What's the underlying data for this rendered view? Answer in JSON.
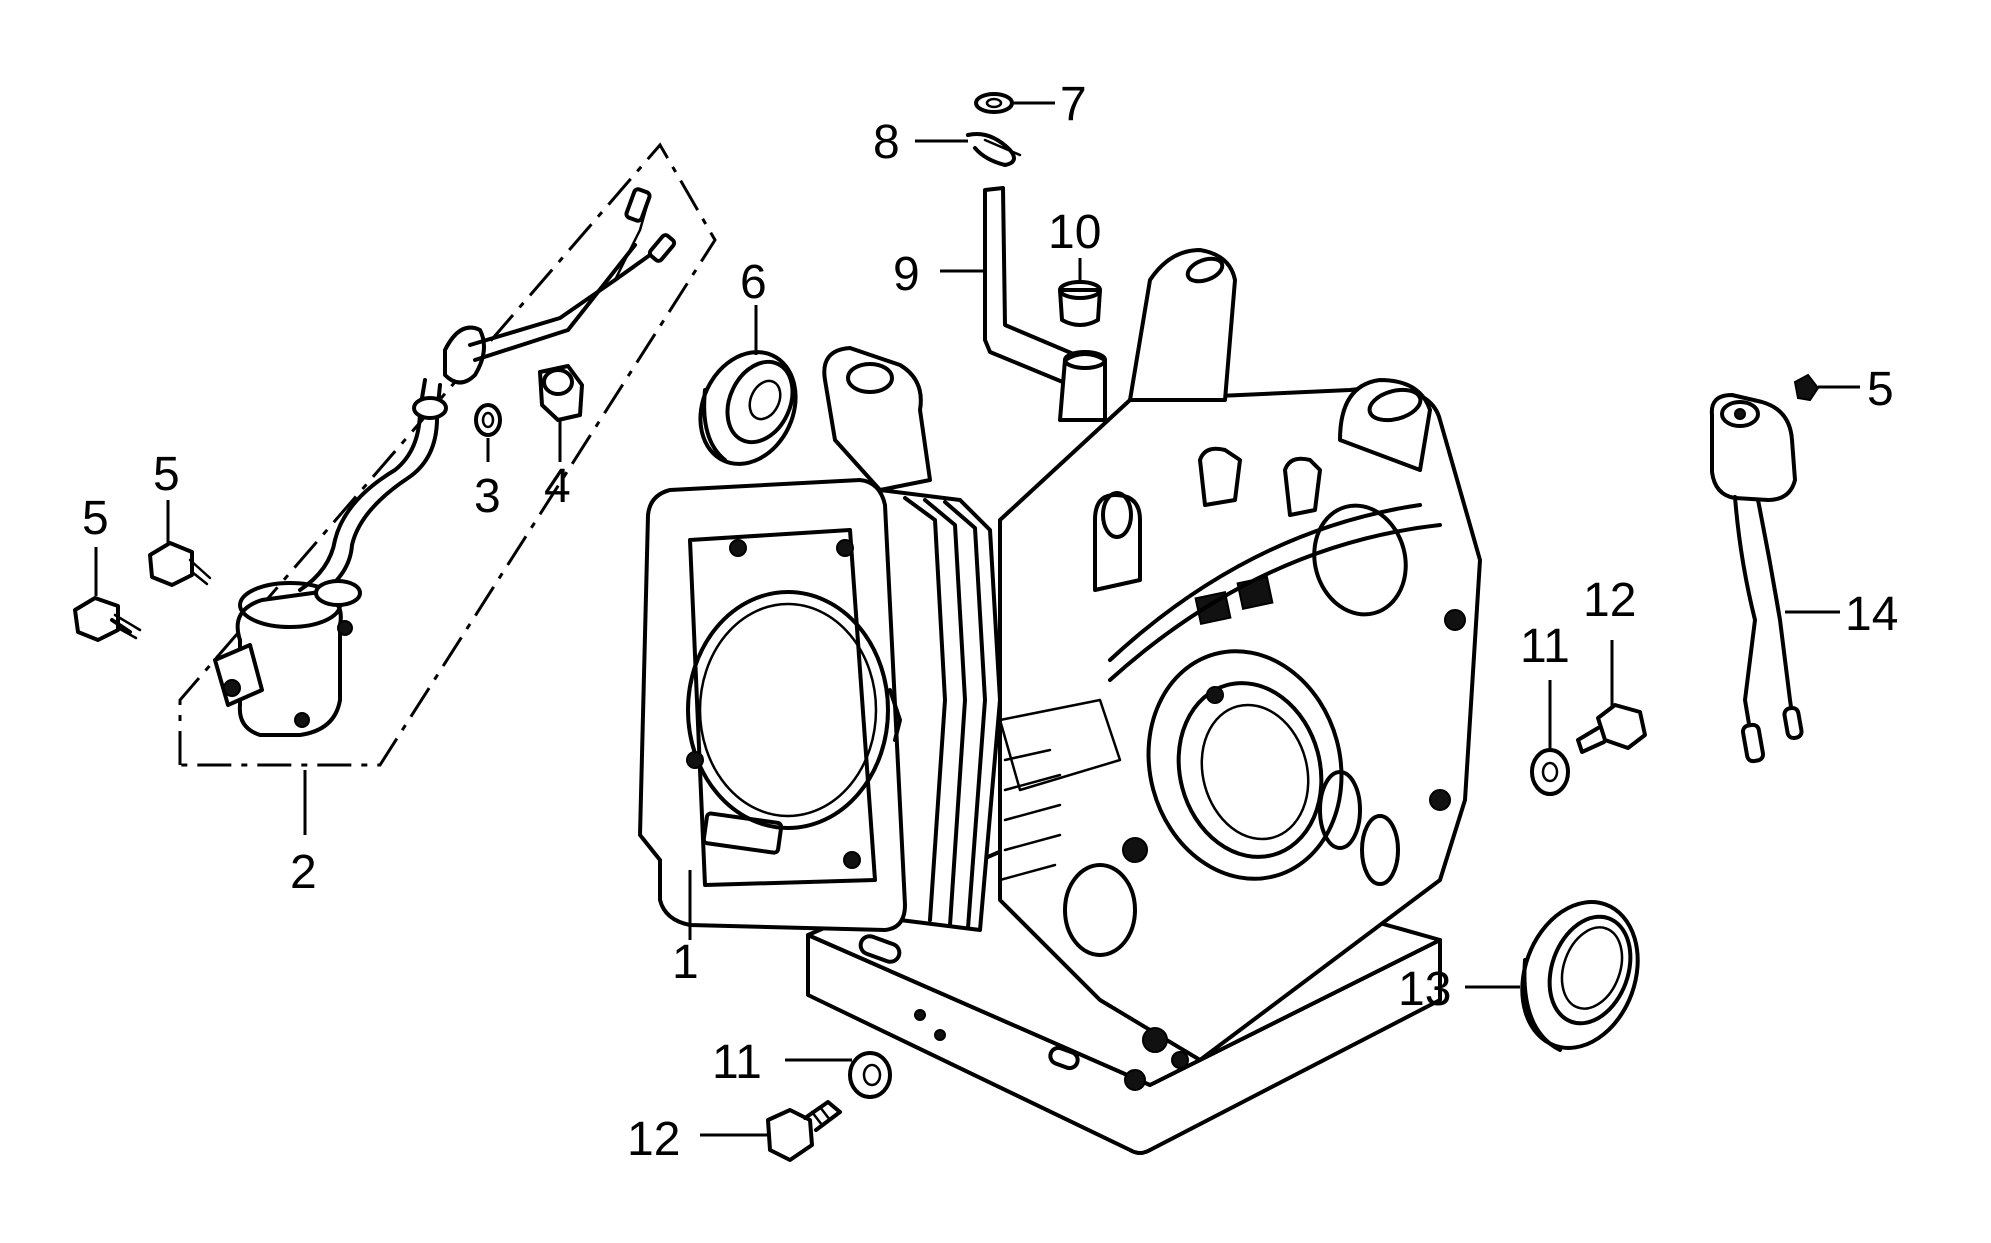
{
  "callouts": {
    "c1": "1",
    "c2": "2",
    "c3": "3",
    "c4": "4",
    "c5a": "5",
    "c5b": "5",
    "c5c": "5",
    "c6": "6",
    "c7": "7",
    "c8": "8",
    "c9": "9",
    "c10": "10",
    "c11a": "11",
    "c11b": "11",
    "c12a": "12",
    "c12b": "12",
    "c13": "13",
    "c14": "14"
  }
}
